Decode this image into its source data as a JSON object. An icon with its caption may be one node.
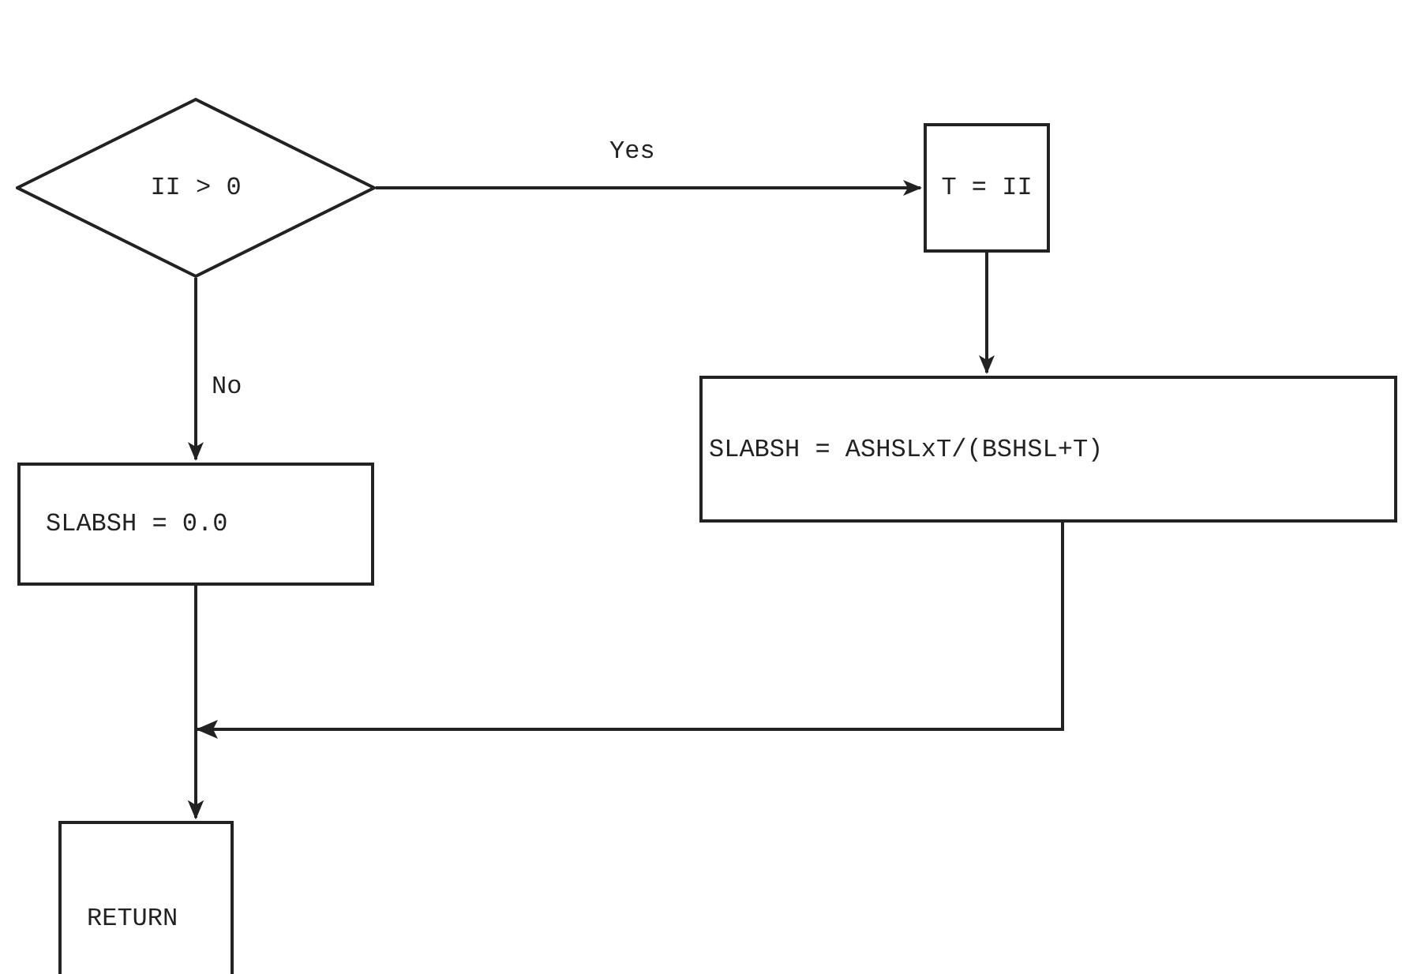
{
  "diagram": {
    "nodes": [
      {
        "text": [
          "II > 0"
        ]
      },
      {
        "text": [
          "T = II"
        ]
      },
      {
        "text": [
          "SLABSH = ASHSLxT/(BSHSL+T)"
        ]
      },
      {
        "text": [
          "SLABSH = 0.0"
        ]
      },
      {
        "text": [
          "RETURN"
        ]
      }
    ],
    "edges": [
      {
        "from": 0,
        "to": 1,
        "arrow": "to",
        "label": "Yes"
      },
      {
        "from": 0,
        "to": 3,
        "arrow": "to",
        "label": "No"
      },
      {
        "from": 1,
        "to": 2,
        "arrow": "to"
      },
      {
        "from": 3,
        "to": 4,
        "arrow": "to"
      },
      {
        "from": 2,
        "to": 4,
        "arrow": "to"
      }
    ]
  }
}
